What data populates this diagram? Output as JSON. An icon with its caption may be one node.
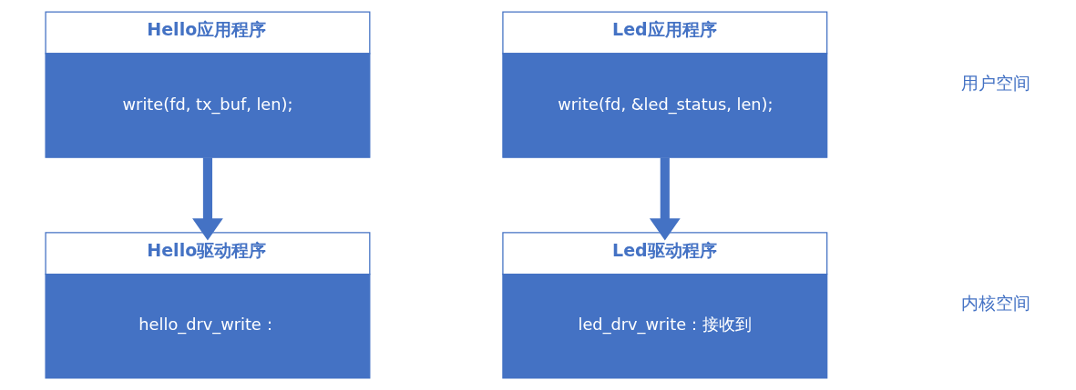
{
  "diagram": {
    "nodes": [
      {
        "text": [
          "Hello应用程序",
          "write(fd, tx_buf, len);"
        ]
      },
      {
        "text": [
          "Led应用程序",
          "write(fd, &led_status, len);"
        ]
      },
      {
        "text": [
          "Hello驱动程序",
          "hello_drv_write："
        ]
      },
      {
        "text": [
          "Led驱动程序",
          "led_drv_write：接收到"
        ]
      }
    ],
    "edges": [
      {
        "from": 0,
        "to": 2,
        "arrow": "to"
      },
      {
        "from": 1,
        "to": 3,
        "arrow": "to"
      }
    ],
    "labels": [
      "用户空间",
      "内核空间"
    ]
  }
}
